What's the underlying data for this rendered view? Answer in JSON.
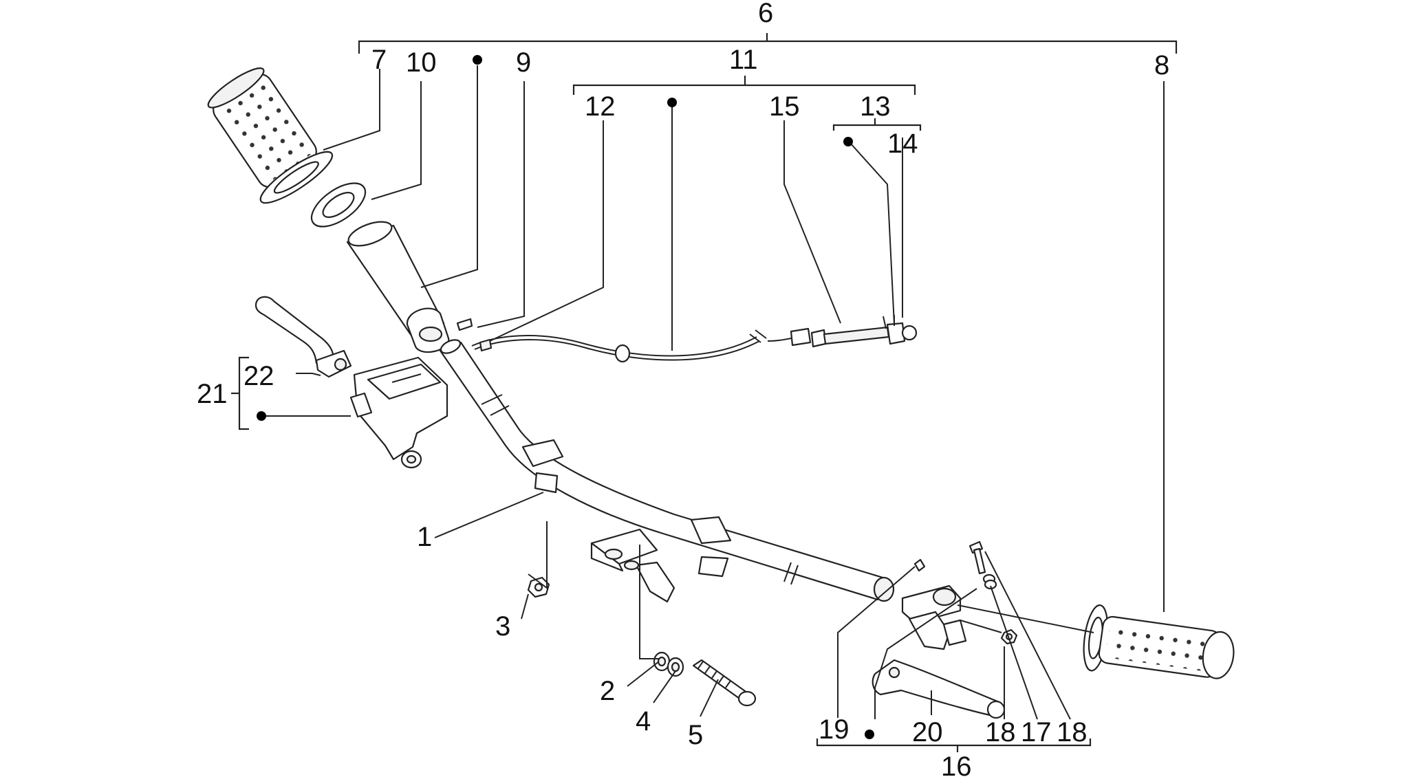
{
  "diagram": {
    "labels": {
      "l1": "1",
      "l2": "2",
      "l3": "3",
      "l4": "4",
      "l5": "5",
      "l6": "6",
      "l7": "7",
      "l8": "8",
      "l9": "9",
      "l10": "10",
      "l11": "11",
      "l12": "12",
      "l13": "13",
      "l14": "14",
      "l15": "15",
      "l16": "16",
      "l17a": "17",
      "l18a": "18",
      "l18b": "18",
      "l19": "19",
      "l20": "20",
      "l21": "21",
      "l22": "22"
    },
    "colors": {
      "line": "#222222",
      "background": "#ffffff"
    }
  }
}
